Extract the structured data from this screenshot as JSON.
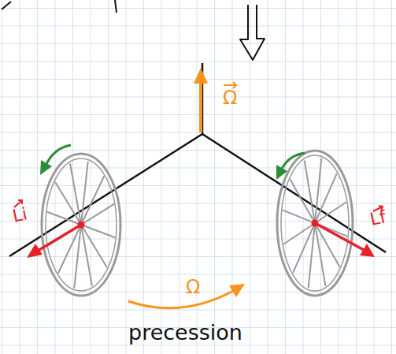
{
  "diagram": {
    "labels": [
      "Ω",
      "Li",
      "Lf",
      "Ω",
      "precession"
    ]
  }
}
